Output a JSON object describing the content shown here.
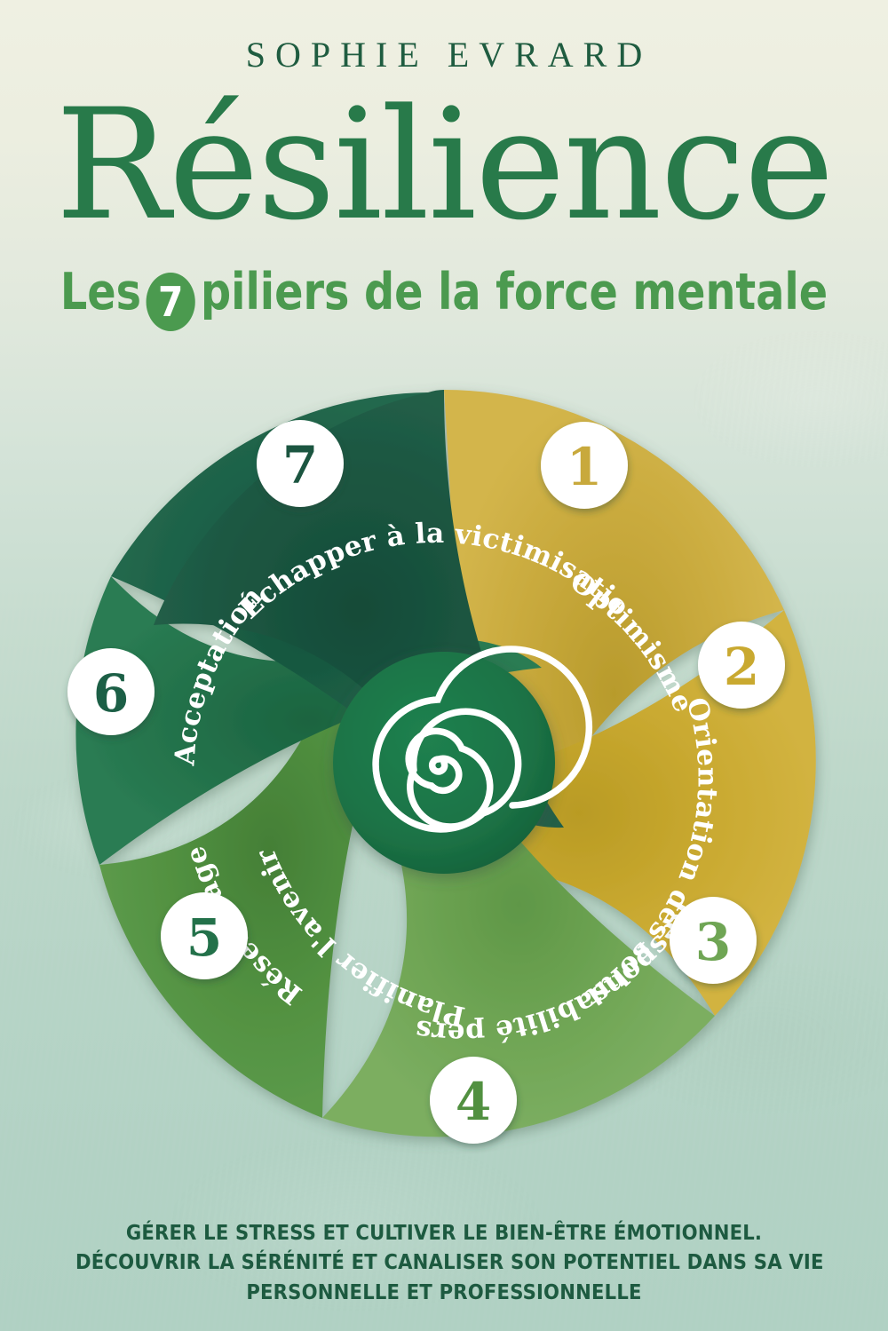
{
  "cover": {
    "author": "SOPHIE EVRARD",
    "title": "Résilience",
    "subtitle": {
      "before": "Les",
      "badge": "7",
      "after": "piliers de la force mentale"
    },
    "tagline_lines": [
      "GÉRER LE STRESS ET CULTIVER LE BIEN-ÊTRE ÉMOTIONNEL.",
      "DÉCOUVRIR LA SÉRÉNITÉ ET CANALISER SON POTENTIEL DANS SA VIE",
      "PERSONNELLE ET PROFESSIONNELLE"
    ],
    "colors": {
      "background_top": "#eff0e2",
      "background_bottom": "#b0d1c3",
      "author_green": "#1f5c40",
      "title_green": "#287a4a",
      "subtitle_green": "#4b9a4f",
      "tagline_green": "#1d5a40",
      "center_circle": "#1b7245",
      "spiral_stroke": "#ffffff"
    }
  },
  "diagram": {
    "name": "seven-pillars-pinwheel",
    "center_icon": "spiral-icon",
    "petals": [
      {
        "number": "1",
        "label": "Optimisme",
        "color": "#c8a93c",
        "shade": "#bb9c2f"
      },
      {
        "number": "2",
        "label": "Orientation des solutions",
        "color": "#c9a930",
        "shade": "#bb9b26"
      },
      {
        "number": "3",
        "label": "Responsabilité personnelle",
        "color": "#6fa554",
        "shade": "#639948"
      },
      {
        "number": "4",
        "label": "Planifier l'avenir",
        "color": "#519040",
        "shade": "#478436"
      },
      {
        "number": "5",
        "label": "Réseautage",
        "color": "#23714a",
        "shade": "#1d6641"
      },
      {
        "number": "6",
        "label": "Acceptation",
        "color": "#1c5f46",
        "shade": "#17553e"
      },
      {
        "number": "7",
        "label": "Échapper à la victimisation",
        "color": "#1b5540",
        "shade": "#164b38"
      }
    ]
  }
}
